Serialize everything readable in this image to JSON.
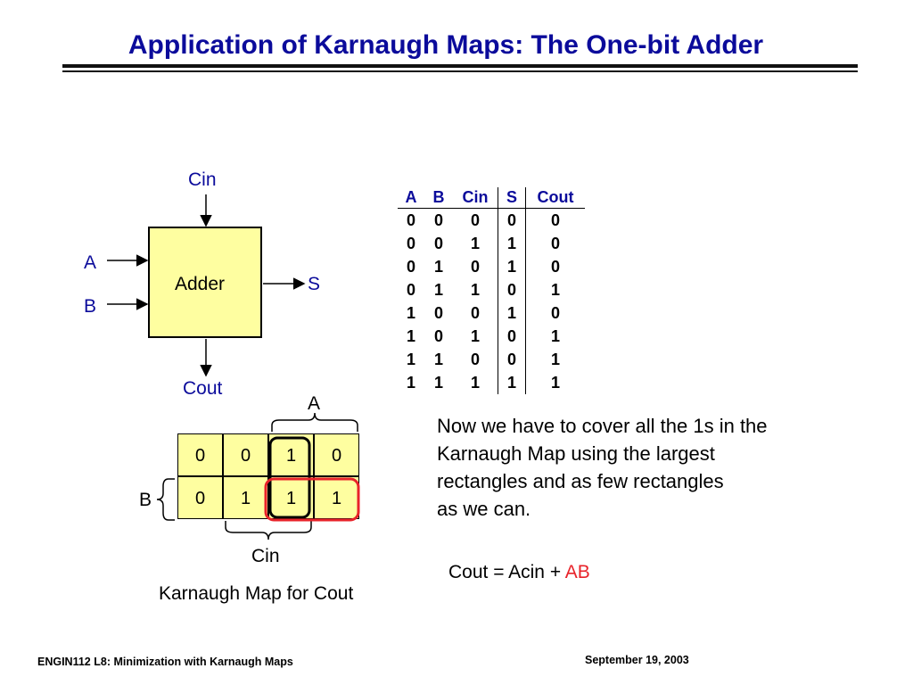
{
  "slide": {
    "title": "Application of Karnaugh Maps: The One-bit Adder"
  },
  "adder": {
    "box_label": "Adder",
    "input_a": "A",
    "input_b": "B",
    "input_cin": "Cin",
    "output_s": "S",
    "output_cout": "Cout"
  },
  "truth_table": {
    "headers": [
      "A",
      "B",
      "Cin",
      "S",
      "Cout"
    ],
    "rows": [
      [
        "0",
        "0",
        "0",
        "0",
        "0"
      ],
      [
        "0",
        "0",
        "1",
        "1",
        "0"
      ],
      [
        "0",
        "1",
        "0",
        "1",
        "0"
      ],
      [
        "0",
        "1",
        "1",
        "0",
        "1"
      ],
      [
        "1",
        "0",
        "0",
        "1",
        "0"
      ],
      [
        "1",
        "0",
        "1",
        "0",
        "1"
      ],
      [
        "1",
        "1",
        "0",
        "0",
        "1"
      ],
      [
        "1",
        "1",
        "1",
        "1",
        "1"
      ]
    ]
  },
  "kmap": {
    "label_a": "A",
    "label_b": "B",
    "label_cin": "Cin",
    "caption": "Karnaugh Map for Cout",
    "row0": [
      "0",
      "0",
      "1",
      "0"
    ],
    "row1": [
      "0",
      "1",
      "1",
      "1"
    ],
    "colors": {
      "fill": "#fefea0",
      "horizontal_group": "#e8232a",
      "vertical_group": "#000000"
    }
  },
  "explanation": {
    "line1": "Now we have to cover all the 1s in the",
    "line2": "Karnaugh Map using the largest",
    "line3": "rectangles and as few rectangles",
    "line4": "as we can."
  },
  "equation": {
    "prefix": "Cout = Acin + ",
    "highlight": "AB",
    "highlight_color": "#e8232a"
  },
  "footer": {
    "left": "ENGIN112  L8: Minimization with Karnaugh Maps",
    "right": "September 19, 2003"
  },
  "colors": {
    "title": "#0b0b9b",
    "box_fill": "#fefea0"
  }
}
